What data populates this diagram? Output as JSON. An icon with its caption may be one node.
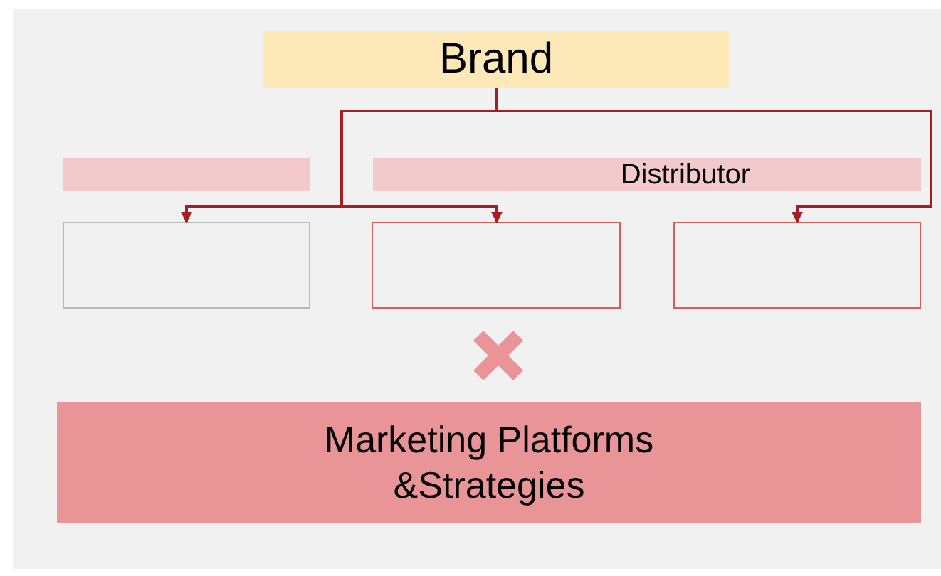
{
  "diagram": {
    "nodes": [
      {
        "text": [
          "Brand"
        ]
      },
      {
        "text": [],
        "shape": "bar"
      },
      {
        "text": [
          "Distributor"
        ]
      },
      {
        "text": [],
        "shape": "box"
      },
      {
        "text": [],
        "shape": "box"
      },
      {
        "text": [],
        "shape": "box"
      },
      {
        "text": [
          "Marketing Platforms &Strategies"
        ]
      }
    ],
    "edges": [
      {
        "from": 0,
        "to": 3,
        "arrow": "to"
      },
      {
        "from": 0,
        "to": 4,
        "arrow": "to"
      },
      {
        "from": 0,
        "to": 5,
        "arrow": "to"
      }
    ]
  }
}
